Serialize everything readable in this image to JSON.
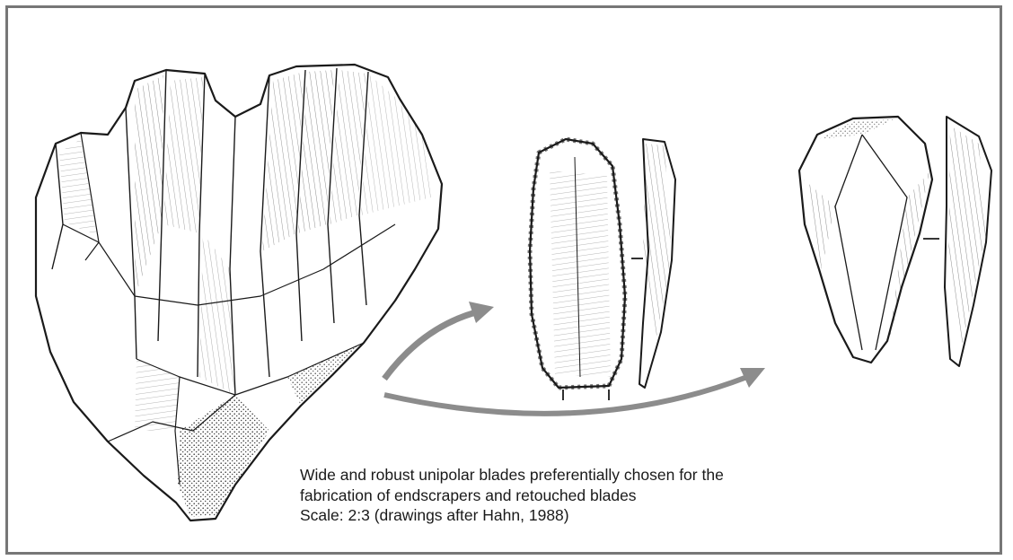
{
  "figure": {
    "caption_lines": [
      "Wide and robust unipolar blades preferentially chosen for the",
      "fabrication of endscrapers and retouched blades",
      "Scale: 2:3 (drawings after Hahn, 1988)"
    ],
    "colors": {
      "border": "#777777",
      "ink": "#1a1a1a",
      "arrow": "#8c8c8c",
      "background": "#ffffff"
    }
  }
}
